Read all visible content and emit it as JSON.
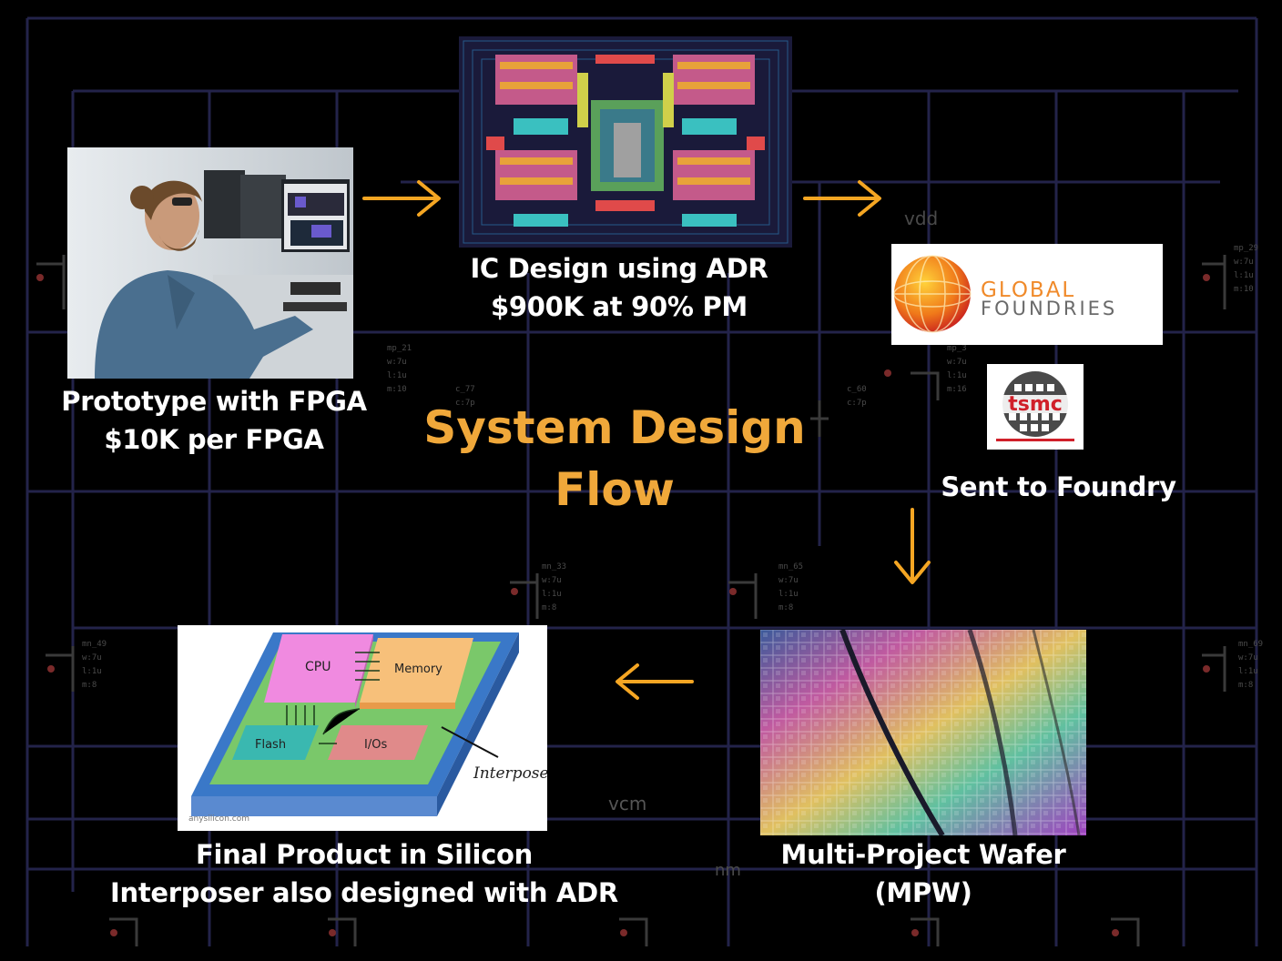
{
  "title": {
    "line1": "System Design",
    "line2": "Flow"
  },
  "background": {
    "label_vdd": "vdd",
    "label_vcm": "vcm",
    "label_nm": "nm"
  },
  "prototype": {
    "line1": "Prototype with FPGA",
    "line2": "$10K per FPGA"
  },
  "ic_design": {
    "line1": "IC Design using ADR",
    "line2": "$900K at 90% PM"
  },
  "foundry": {
    "caption": "Sent to Foundry",
    "gf_line1": "GLOBAL",
    "gf_line2": "FOUNDRIES",
    "tsmc": "tsmc"
  },
  "mpw": {
    "line1": "Multi-Project Wafer",
    "line2": "(MPW)"
  },
  "final": {
    "line1": "Final Product in Silicon",
    "line2": "Interposer also designed with ADR",
    "cpu": "CPU",
    "memory": "Memory",
    "flash": "Flash",
    "ios": "I/Os",
    "interposer": "Interposer",
    "watermark": "anysilicon.com"
  },
  "colors": {
    "accent": "#f5a623",
    "title": "#f0a83a",
    "text": "#ffffff"
  }
}
